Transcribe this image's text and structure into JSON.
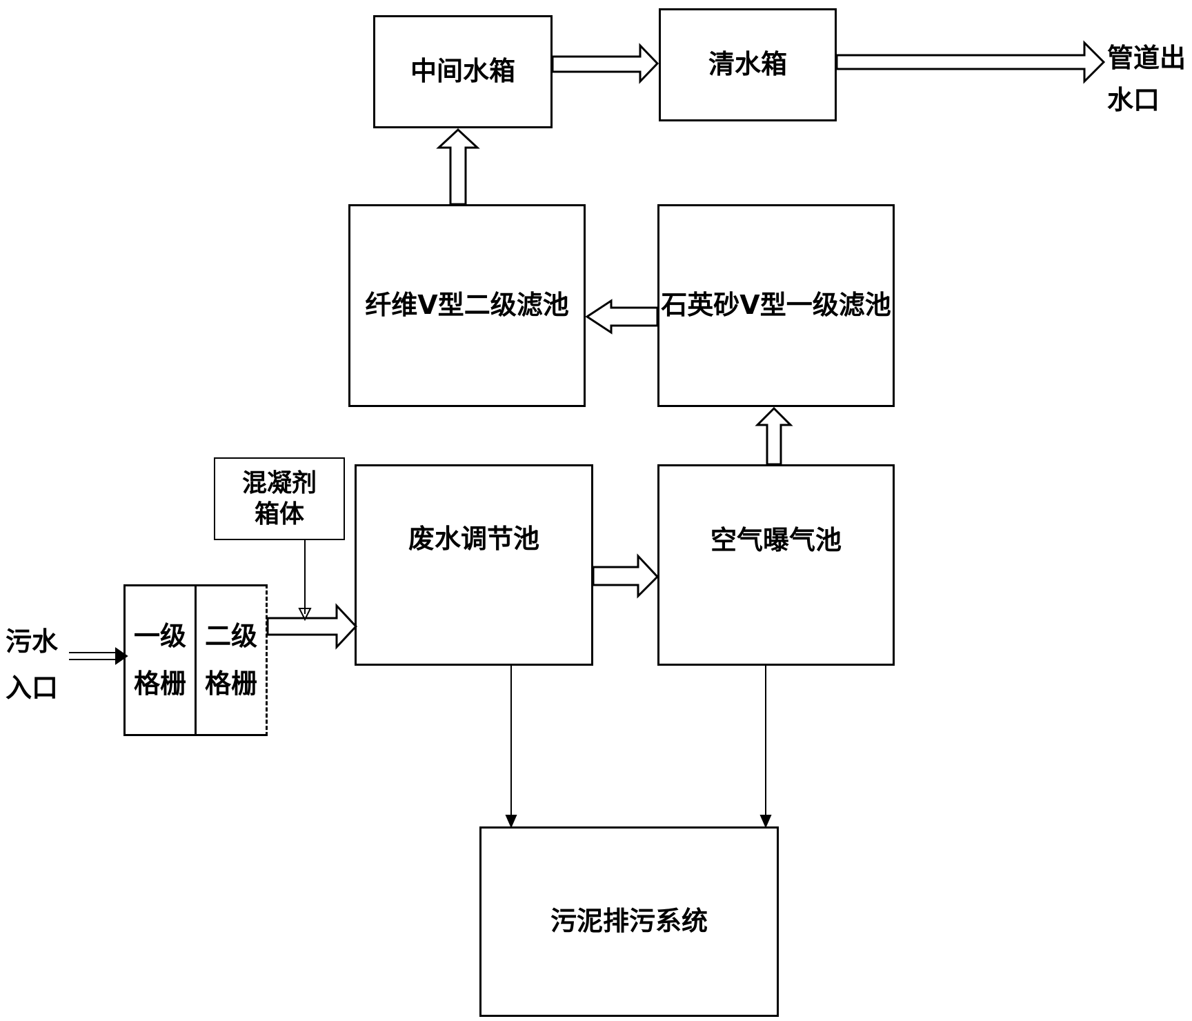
{
  "nodes": {
    "intermediate_tank": "中间水箱",
    "clear_tank": "清水箱",
    "outlet_line1": "管道出",
    "outlet_line2": "水口",
    "fiber_filter": "纤维V型二级滤池",
    "quartz_filter": "石英砂V型一级滤池",
    "coagulant_line1": "混凝剂",
    "coagulant_line2": "箱体",
    "regulation_tank": "废水调节池",
    "aeration_tank": "空气曝气池",
    "inlet_line1": "污水",
    "inlet_line2": "入口",
    "grille1_line1": "一级",
    "grille1_line2": "格栅",
    "grille2_line1": "二级",
    "grille2_line2": "格栅",
    "sludge_system": "污泥排污系统"
  }
}
